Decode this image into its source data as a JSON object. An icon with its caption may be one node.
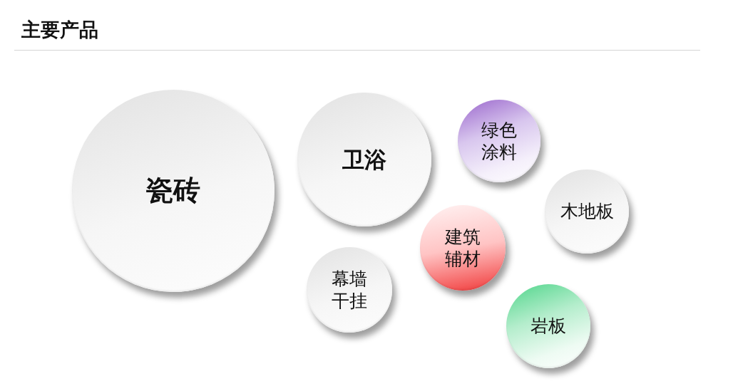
{
  "diagram": {
    "title": "主要产品",
    "nodes": [
      {
        "text": [
          "瓷砖"
        ]
      },
      {
        "text": [
          "卫浴"
        ]
      },
      {
        "text": [
          "绿色涂料"
        ]
      },
      {
        "text": [
          "木地板"
        ]
      },
      {
        "text": [
          "建筑辅材"
        ]
      },
      {
        "text": [
          "幕墙干挂"
        ]
      },
      {
        "text": [
          "岩板"
        ]
      }
    ]
  }
}
